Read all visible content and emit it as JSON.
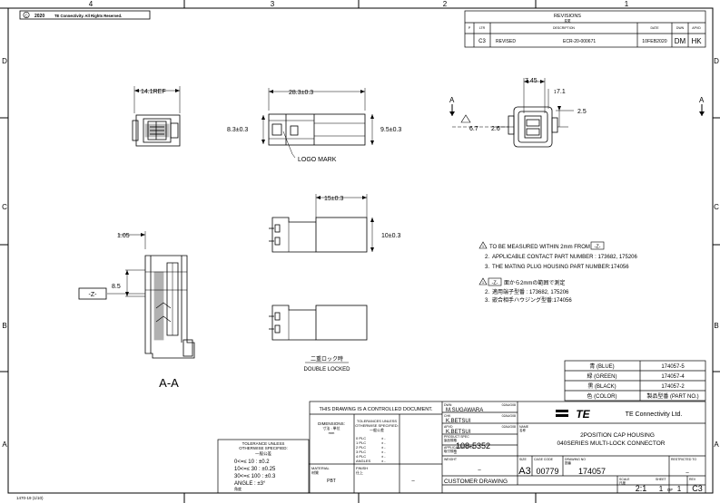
{
  "border": {
    "top_numbers": [
      "4",
      "3",
      "2",
      "1"
    ],
    "left_letters": [
      "D",
      "C",
      "B",
      "A"
    ],
    "right_letters": [
      "D",
      "C",
      "B",
      "A"
    ]
  },
  "copyright": {
    "year": "2020",
    "text": "TE Connectivity. All Rights Reserved."
  },
  "form_number": "1470-19 (1/10)",
  "revisions": {
    "title": "REVISIONS",
    "title_jp": "変更",
    "headers": [
      "P",
      "LTR",
      "DESCRIPTION",
      "DATE",
      "DWN",
      "APVD"
    ],
    "row": {
      "ltr": "C3",
      "desc_left": "REVISED",
      "desc_right": "ECR-20-000671",
      "date": "10FEB2020",
      "dwn": "DM",
      "apvd": "HK"
    }
  },
  "dimensions": {
    "ref_width": "14.1REF",
    "body_length": "28.3±0.3",
    "height_left": "8.3±0.3",
    "height_right": "9.5±0.3",
    "logo_mark": "LOGO MARK",
    "side_top": "7.45",
    "side_callout_note": "1",
    "side_callout_value": "7.1",
    "side_right": "2.5",
    "side_left": "6.7",
    "side_mid": "2.6",
    "section_marker": "A",
    "mid_width": "15±0.3",
    "mid_height": "10±0.3",
    "aa_dim_top": "1.05",
    "aa_dim_side": "8.5",
    "datum": "-Z-",
    "section_label": "A-A"
  },
  "locked": {
    "jp": "二重ロック時",
    "en": "DOUBLE LOCKED"
  },
  "notes": {
    "en": [
      {
        "num": "1",
        "text": "TO BE MEASURED WITHIN 2mm FROM",
        "datum": "-Z-"
      },
      {
        "num": "2.",
        "text": "APPLICABLE CONTACT PART NUMBER : 173682, 175206"
      },
      {
        "num": "3.",
        "text": "THE MATING PLUG HOUSING PART NUMBER:174056"
      }
    ],
    "jp": [
      {
        "num": "1",
        "datum": "-Z-",
        "text": "面から2mmの範囲で測定"
      },
      {
        "num": "2.",
        "text": "適用端子型番 : 173682, 175206"
      },
      {
        "num": "3.",
        "text": "嵌合相手ハウジング型番:174056"
      }
    ]
  },
  "color_table": {
    "rows": [
      {
        "color": "青 (BLUE)",
        "part": "174057-5"
      },
      {
        "color": "緑 (GREEN)",
        "part": "174057-4"
      },
      {
        "color": "黒 (BLACK)",
        "part": "174057-2"
      }
    ],
    "header": {
      "color": "色 (COLOR)",
      "part": "製品型番 (PART NO.)"
    }
  },
  "title_block": {
    "controlled": "THIS DRAWING IS A CONTROLLED DOCUMENT.",
    "dimensions_label": "DIMENSIONS:",
    "dimensions_jp": "寸法 : 単位",
    "dimensions_unit": "mm",
    "tol_header_1": "TOLERANCES UNLESS",
    "tol_header_2": "OTHERWISE SPECIFIED:",
    "tol_header_jp": "一般公差",
    "plc_labels": [
      "0 PLC",
      "1 PLC",
      "2 PLC",
      "3 PLC",
      "4 PLC",
      "ANGLES"
    ],
    "plc_values": [
      "±  -",
      "±  -",
      "±  -",
      "±  -",
      "±  -",
      "±  -"
    ],
    "material_label": "MATERIAL",
    "material_jp": "材質",
    "material_value": "PBT",
    "finish_label": "FINISH",
    "finish_jp": "仕上",
    "finish_value": "–",
    "tol_box": {
      "line1": "TOLERANCE UNLESS",
      "line2": "OTHERWISE SPECIFIED:",
      "line3": "一般公差",
      "rows": [
        "0<=≤  10  :  ±0.2",
        "10<=≤  30  :  ±0.25",
        "30<=≤ 100  :  ±0.3",
        "ANGLE  :            ±3°"
      ],
      "angle_jp": "角度"
    },
    "dwn_label": "DWN",
    "dwn_name": "M.SUGAWARA",
    "dwn_date": "02AUG08",
    "chk_label": "CHK",
    "chk_name": "K.BETSUI",
    "chk_date": "02AUG08",
    "apvd_label": "APVD",
    "apvd_name": "K.BETSUI",
    "apvd_date": "02AUG08",
    "product_spec_label": "PRODUCT SPEC",
    "product_spec_jp": "製品規格",
    "product_spec_value": "108-5352",
    "app_spec_label": "APPLICATION SPEC",
    "app_spec_jp": "取付規格",
    "app_spec_value": "–",
    "weight_label": "WEIGHT",
    "weight_value": "–",
    "customer_drawing": "CUSTOMER DRAWING",
    "company": "TE Connectivity Ltd.",
    "name_label": "NAME",
    "name_jp": "名称",
    "name_line1": "2POSITION CAP HOUSING",
    "name_line2": "040SERIES MULTI-LOCK CONNECTOR",
    "size_label": "SIZE",
    "size_value": "A3",
    "cage_label": "CAGE CODE",
    "cage_value": "00779",
    "dwg_label": "DRAWING NO",
    "dwg_jp": "図番",
    "dwg_value": "174057",
    "restricted": "RESTRICTED TO",
    "restricted_value": "–",
    "scale_label": "SCALE",
    "scale_jp": "尺度",
    "scale_value": "2:1",
    "sheet_label": "SHEET",
    "sheet_value": "1",
    "sheet_of": "OF",
    "sheet_total": "1",
    "rev_label": "REV",
    "rev_value": "C3"
  },
  "colors": {
    "line": "#000000",
    "paper": "#ffffff"
  }
}
